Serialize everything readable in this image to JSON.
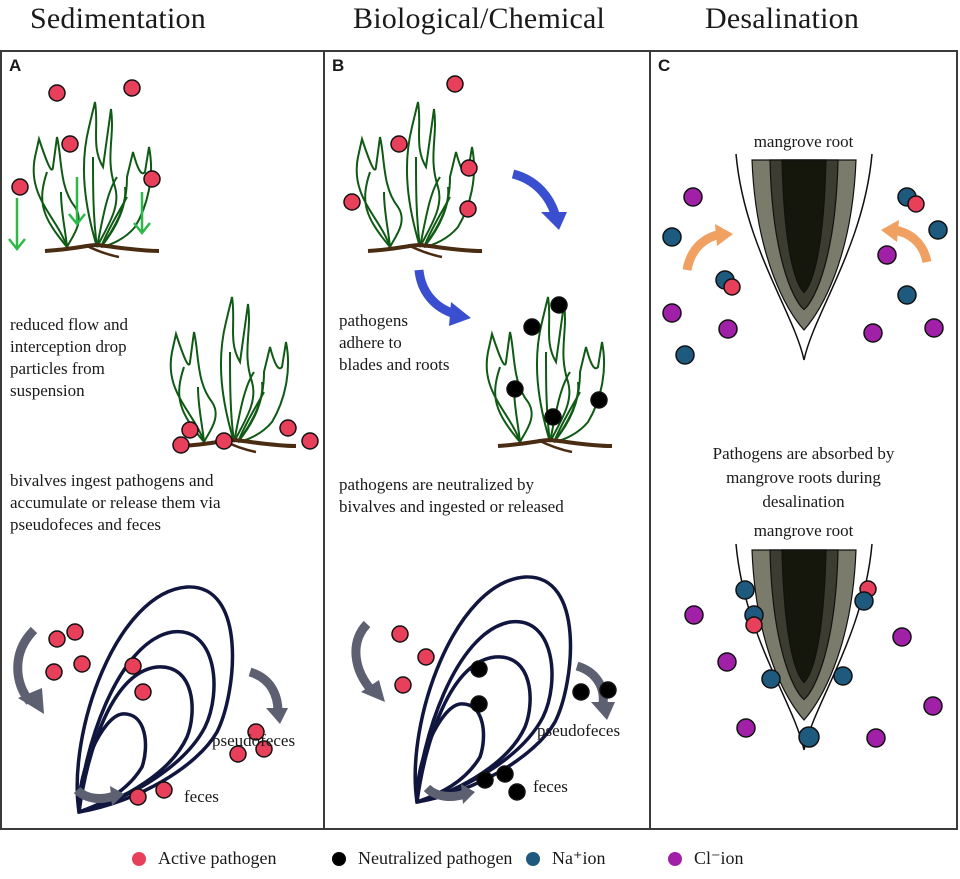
{
  "column_titles": [
    "Sedimentation",
    "Biological/Chemical",
    "Desalination"
  ],
  "colors": {
    "active_pathogen": "#e8405a",
    "neutralized_pathogen": "#000000",
    "na_ion": "#1d5a7e",
    "cl_ion": "#a020a8",
    "seagrass": "#0f5a14",
    "sediment": "#4a2c12",
    "settling_arrow": "#2fb84a",
    "flow_arrow_blue": "#3a4fd0",
    "flow_arrow_grey": "#5c6070",
    "flow_arrow_orange": "#f0a060",
    "mussel_shell": "#10163e",
    "root_outer": "#7a7b6a",
    "root_mid": "#3c3d30",
    "root_core": "#15160c"
  },
  "panels": {
    "a": {
      "letter": "A",
      "caption_1": [
        "reduced flow and",
        "interception drop",
        "particles from",
        "suspension"
      ],
      "caption_2": [
        "bivalves ingest pathogens and",
        "accumulate or release them via",
        "pseudofeces and feces"
      ],
      "label_pseudofeces": "pseudofeces",
      "label_feces": "feces"
    },
    "b": {
      "letter": "B",
      "caption_1": [
        "pathogens",
        "adhere to",
        "blades and roots"
      ],
      "caption_2": [
        "pathogens are neutralized by",
        "bivalves and ingested or released"
      ],
      "label_pseudofeces": "pseudofeces",
      "label_feces": "feces"
    },
    "c": {
      "letter": "C",
      "root_label_top": "mangrove root",
      "caption": [
        "Pathogens are absorbed by",
        "mangrove roots during",
        "desalination"
      ],
      "root_label_bottom": "mangrove root"
    }
  },
  "legend": [
    {
      "label": "Active pathogen",
      "color_key": "active_pathogen"
    },
    {
      "label": "Neutralized pathogen",
      "color_key": "neutralized_pathogen"
    },
    {
      "label": "Na⁺ion",
      "color_key": "na_ion"
    },
    {
      "label": "Cl⁻ion",
      "color_key": "cl_ion"
    }
  ]
}
